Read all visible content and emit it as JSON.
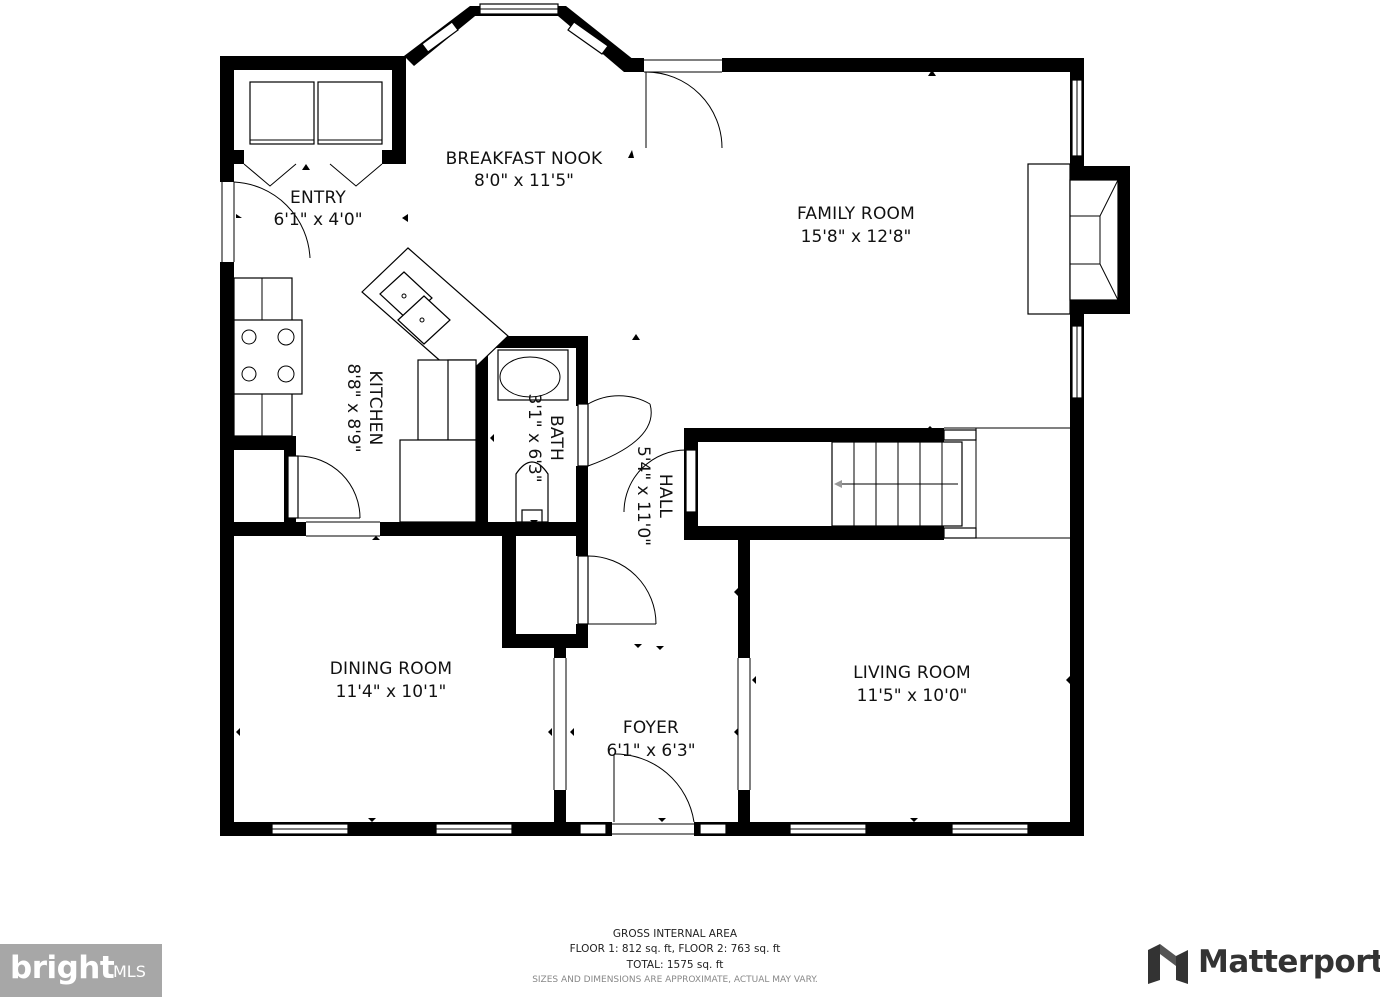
{
  "rooms": [
    {
      "name": "BREAKFAST NOOK",
      "dim": "8'0\" x 11'5\""
    },
    {
      "name": "ENTRY",
      "dim": "6'1\" x 4'0\""
    },
    {
      "name": "FAMILY ROOM",
      "dim": "15'8\" x 12'8\""
    },
    {
      "name": "KITCHEN",
      "dim": "8'8\" x 8'9\""
    },
    {
      "name": "BATH",
      "dim": "3'1\" x 6'3\""
    },
    {
      "name": "HALL",
      "dim": "5'4\" x 11'0\""
    },
    {
      "name": "DINING ROOM",
      "dim": "11'4\" x 10'1\""
    },
    {
      "name": "LIVING ROOM",
      "dim": "11'5\" x 10'0\""
    },
    {
      "name": "FOYER",
      "dim": "6'1\" x 6'3\""
    }
  ],
  "footer": {
    "title": "GROSS INTERNAL AREA",
    "floors": "FLOOR 1: 812 sq. ft, FLOOR 2: 763 sq. ft",
    "total": "TOTAL: 1575 sq. ft",
    "disclaimer": "SIZES AND DIMENSIONS ARE APPROXIMATE, ACTUAL MAY VARY."
  },
  "badges": {
    "bright_main": "bright",
    "bright_sub": "MLS",
    "matterport": "Matterport"
  },
  "colors": {
    "wall": "#000000",
    "bright_bg": "#a7a7a7",
    "matterport_text": "#333333"
  }
}
